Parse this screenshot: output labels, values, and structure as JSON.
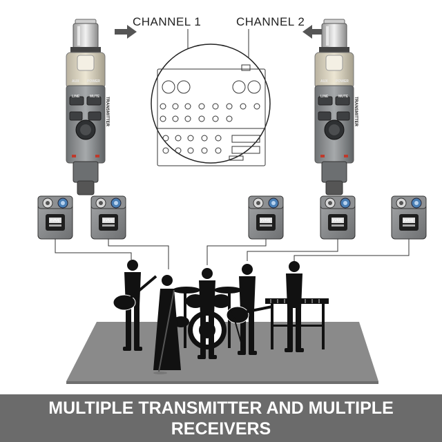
{
  "labels": {
    "channel_1": "CHANNEL 1",
    "channel_2": "CHANNEL 2"
  },
  "transmitter": {
    "button_aux": "AUX",
    "button_power": "POWER",
    "button_line": "LINE",
    "button_mute": "MUTE",
    "side_text": "TRANSMITTER"
  },
  "receiver": {
    "logo_text": "XVIVE"
  },
  "caption": {
    "line": "MULTIPLE  TRANSMITTER AND MULTIPLE RECEIVERS"
  },
  "colors": {
    "banner": "#6b6b6b",
    "device_body": "#8f9294",
    "device_gold": "#d9d2bd",
    "stage": "#8a8a8a",
    "knob_blue": "#4a7fb5"
  }
}
